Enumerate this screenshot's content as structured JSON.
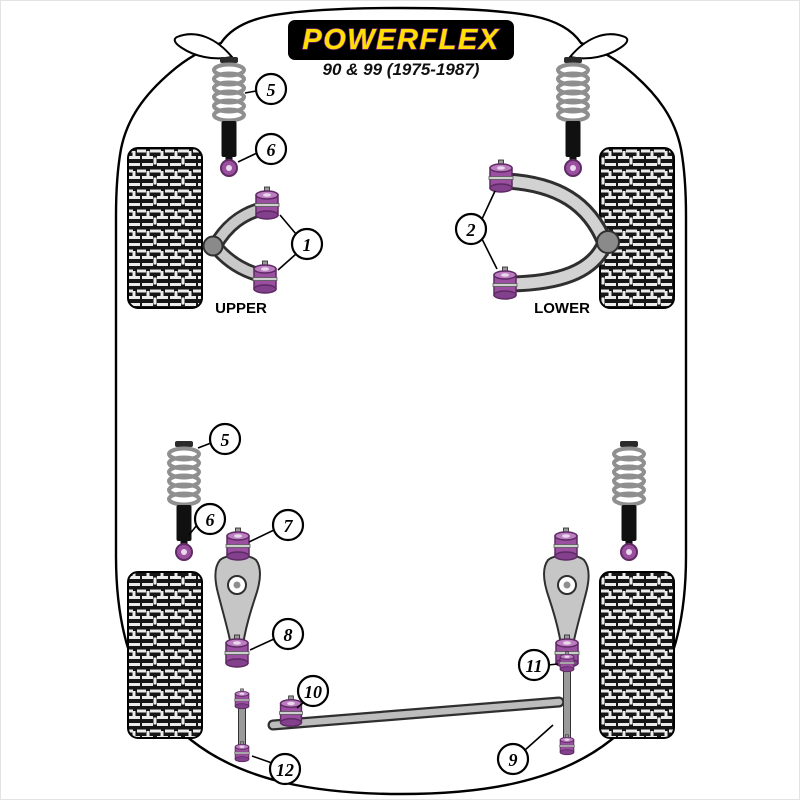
{
  "image": {
    "type": "suspension-parts-diagram",
    "background": "#ffffff"
  },
  "logo": {
    "brand": "POWERFLEX",
    "subtitle": "90 & 99 (1975-1987)",
    "bg_color": "#000000",
    "text_color": "#ffdf00",
    "outline_color": "#8b2f8f"
  },
  "labels": {
    "front_left_arm": "UPPER",
    "front_right_arm": "LOWER"
  },
  "callouts": {
    "front_upper_arm_bushes": "1",
    "front_lower_arm_bushes": "2",
    "front_spring": "5",
    "front_shock_lower": "6",
    "rear_spring": "5",
    "rear_shock_lower": "6",
    "rear_arm_front_bush": "7",
    "rear_arm_rear_bush": "8",
    "rear_bar_link_end": "9",
    "rear_bar_mount_bush": "10",
    "rear_link_upper_bush": "11",
    "rear_link_lower_bush": "12"
  },
  "colors": {
    "bushing_purple": "#9b4fa0",
    "bushing_purple_dark": "#5e2a63",
    "tyre_black": "#161616",
    "metal_grey": "#c9c9c9",
    "outline": "#000000"
  }
}
